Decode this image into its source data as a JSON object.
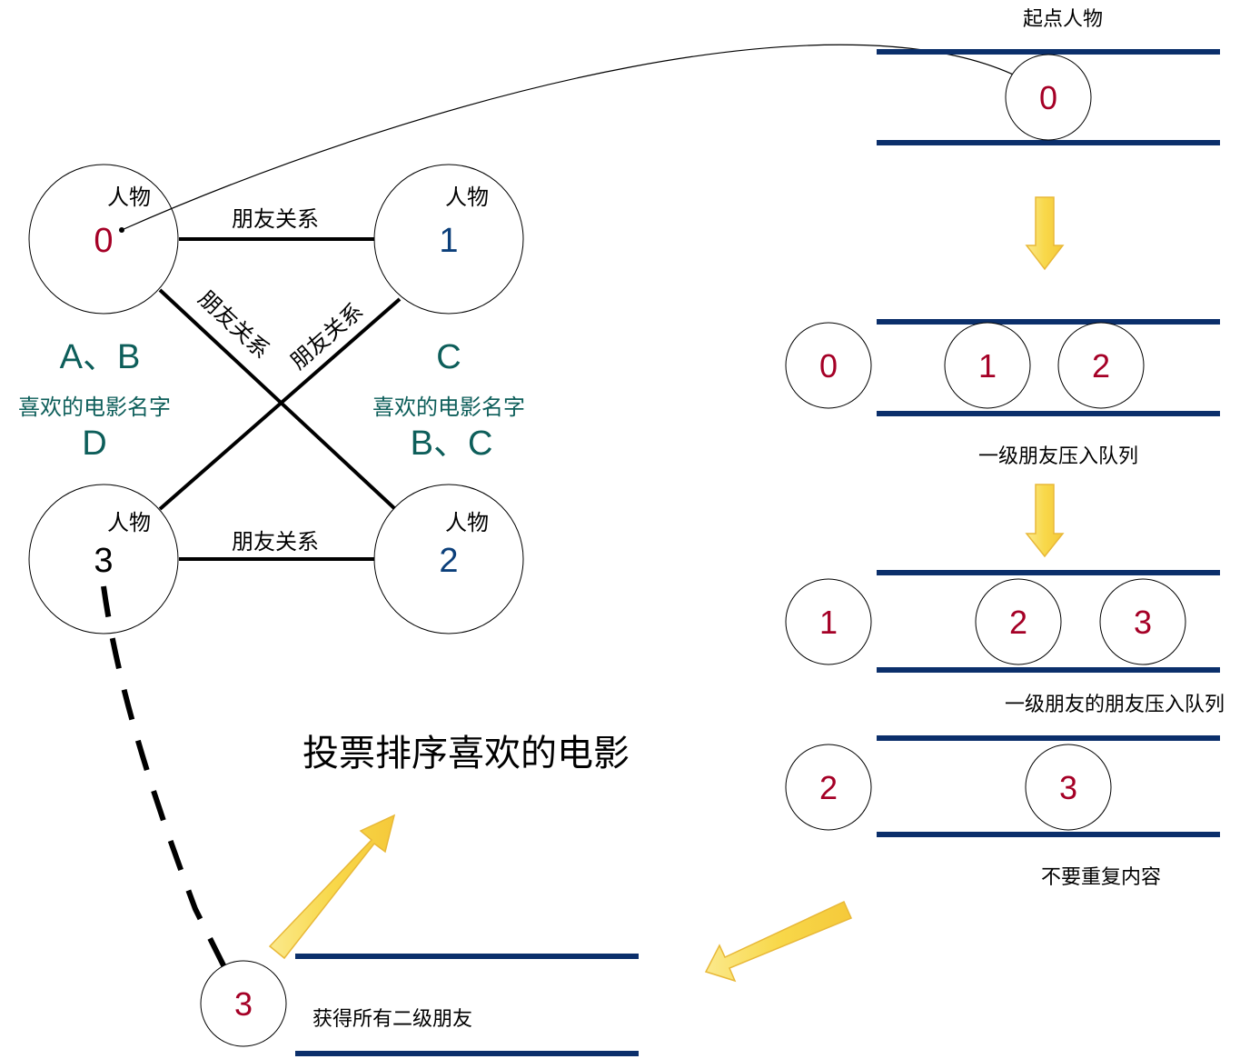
{
  "colors": {
    "navy": "#0b2f6b",
    "red": "#a50026",
    "blue": "#0b3f7a",
    "teal": "#0d5e5a",
    "arrow_fill": "#f7d84f",
    "arrow_stroke": "#e8b838"
  },
  "graph": {
    "person_label": "人物",
    "edge_label": "朋友关系",
    "persons": [
      {
        "id": "0",
        "color": "red"
      },
      {
        "id": "1",
        "color": "blue"
      },
      {
        "id": "3",
        "color": "black"
      },
      {
        "id": "2",
        "color": "blue"
      }
    ],
    "movies_left_top": "A、B",
    "movies_left_caption": "喜欢的电影名字",
    "movies_left_bottom": "D",
    "movies_right_top": "C",
    "movies_right_caption": "喜欢的电影名字",
    "movies_right_bottom": "B、C"
  },
  "queue": {
    "start_caption": "起点人物",
    "start_node": "0",
    "level1": {
      "popped": "0",
      "nodes": [
        "1",
        "2"
      ],
      "caption": "一级朋友压入队列"
    },
    "level2": {
      "popped": "1",
      "nodes": [
        "2",
        "3"
      ],
      "caption": "一级朋友的朋友压入队列"
    },
    "level3": {
      "popped": "2",
      "nodes": [
        "3"
      ],
      "caption": "不要重复内容"
    },
    "result": {
      "node": "3",
      "caption": "获得所有二级朋友"
    }
  },
  "vote_title": "投票排序喜欢的电影"
}
